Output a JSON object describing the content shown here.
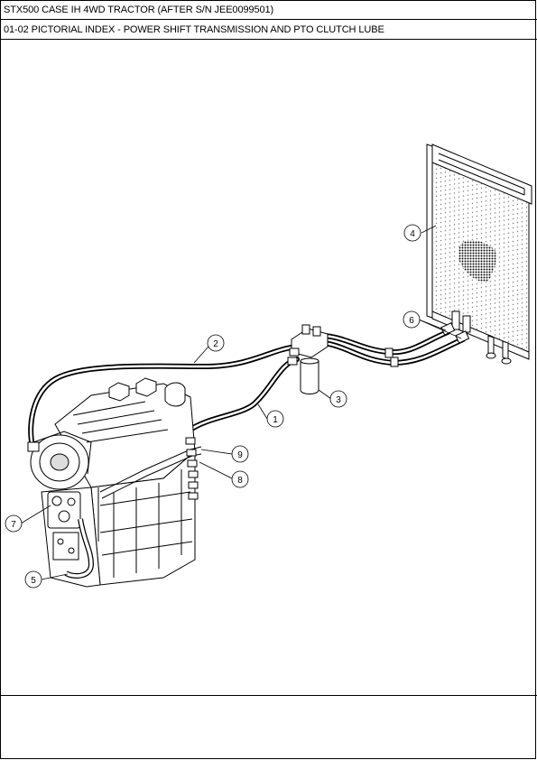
{
  "header": {
    "title": "STX500 CASE IH 4WD TRACTOR (AFTER S/N JEE0099501)",
    "subtitle": "01-02 PICTORIAL INDEX - POWER SHIFT TRANSMISSION AND PTO CLUTCH LUBE"
  },
  "callouts": [
    "1",
    "2",
    "3",
    "4",
    "5",
    "6",
    "7",
    "8",
    "9"
  ]
}
